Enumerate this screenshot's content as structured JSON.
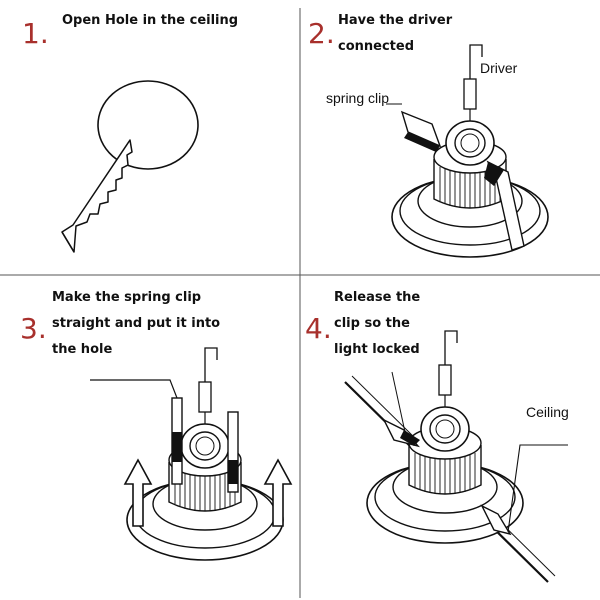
{
  "colors": {
    "step_number": "#a8302c",
    "line": "#111111",
    "divider": "#555555",
    "background": "#ffffff"
  },
  "steps": [
    {
      "number": "1.",
      "caption": "Open Hole in the ceiling",
      "labels": []
    },
    {
      "number": "2.",
      "caption": "Have the driver\nconnected",
      "labels": [
        "Driver",
        "spring clip"
      ]
    },
    {
      "number": "3.",
      "caption": "Make the spring clip\nstraight and put it into\nthe hole",
      "labels": []
    },
    {
      "number": "4.",
      "caption": "Release the\nclip so the\nlight locked",
      "labels": [
        "Ceiling"
      ]
    }
  ]
}
